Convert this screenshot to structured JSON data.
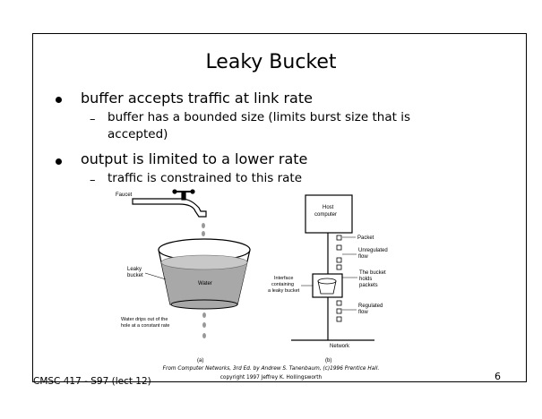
{
  "slide": {
    "title": "Leaky Bucket",
    "bullets": [
      {
        "text": "buffer accepts traffic at link rate",
        "sub": [
          "buffer has a bounded size (limits burst size that is",
          "accepted)"
        ]
      },
      {
        "text": "output is limited to a lower rate",
        "sub": [
          "traffic is constrained to this rate"
        ]
      }
    ],
    "footer": "CMSC 417 - S97  (lect 12)",
    "page_number": "6"
  },
  "diagram_a": {
    "faucet": "Faucet",
    "leaky_bucket": [
      "Leaky",
      "bucket"
    ],
    "water": "Water",
    "drips": [
      "Water drips out of the",
      "hole at a constant rate"
    ],
    "caption": "(a)"
  },
  "diagram_b": {
    "host": [
      "Host",
      "computer"
    ],
    "packet": "Packet",
    "unregulated": [
      "Unregulated",
      "flow"
    ],
    "bucket_holds": [
      "The bucket",
      "holds",
      "packets"
    ],
    "interface": [
      "Interface",
      "containing",
      "a leaky bucket"
    ],
    "regulated": [
      "Regulated",
      "flow"
    ],
    "network": "Network",
    "caption": "(b)"
  },
  "credit": {
    "line1": "From Computer Networks, 3rd Ed. by Andrew S. Tanenbaum, (c)1996 Prentice Hall.",
    "line2": "copyright 1997 Jeffrey K. Hollingsworth"
  }
}
